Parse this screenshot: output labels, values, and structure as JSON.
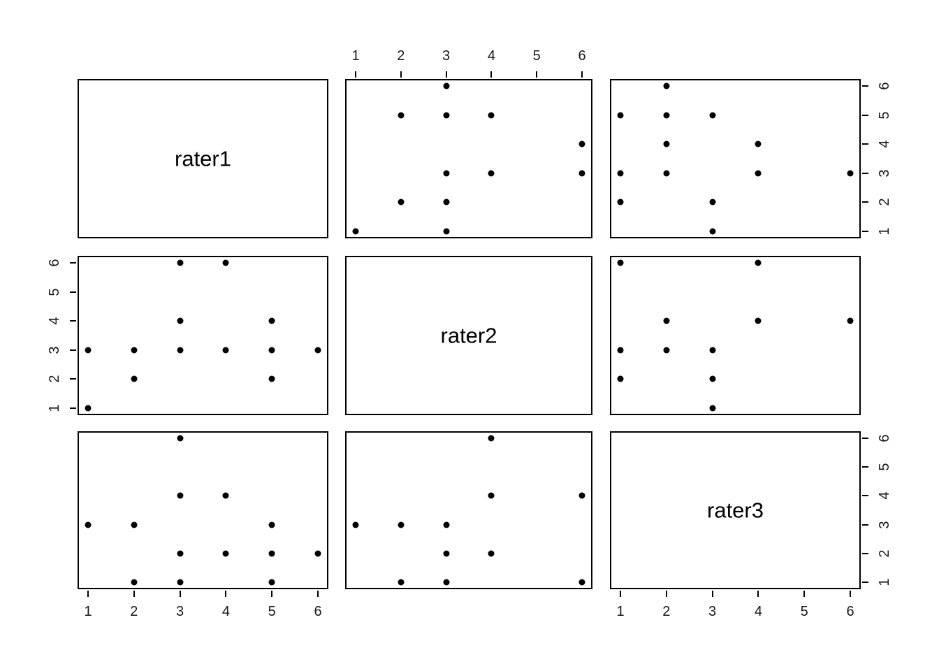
{
  "figure": {
    "type": "scatterplot-matrix",
    "title": "",
    "variables": [
      "rater1",
      "rater2",
      "rater3"
    ],
    "axis_ticks": [
      1,
      2,
      3,
      4,
      5,
      6
    ],
    "axis_range": [
      0.7,
      6.3
    ],
    "point_color": "#000000",
    "panel_border_color": "#000000",
    "tick_label_color": "#1a1a1a",
    "background": "#ffffff"
  },
  "chart_data": {
    "type": "scatter",
    "title": "",
    "variables": [
      "rater1",
      "rater2",
      "rater3"
    ],
    "xlabel": "",
    "ylabel": "",
    "xlim": [
      0.7,
      6.3
    ],
    "ylim": [
      0.7,
      6.3
    ],
    "xticks": [
      1,
      2,
      3,
      4,
      5,
      6
    ],
    "yticks": [
      1,
      2,
      3,
      4,
      5,
      6
    ],
    "grid": false,
    "legend": "none",
    "panels": [
      {
        "row": 1,
        "col": 1,
        "kind": "diagonal",
        "label": "rater1",
        "x_var": "rater1",
        "y_var": "rater1",
        "points": []
      },
      {
        "row": 1,
        "col": 2,
        "kind": "scatter",
        "label": "",
        "x_var": "rater2",
        "y_var": "rater1",
        "points": [
          [
            1,
            1
          ],
          [
            2,
            5
          ],
          [
            2,
            2
          ],
          [
            3,
            6
          ],
          [
            3,
            5
          ],
          [
            3,
            3
          ],
          [
            3,
            2
          ],
          [
            3,
            1
          ],
          [
            4,
            5
          ],
          [
            4,
            3
          ],
          [
            6,
            4
          ],
          [
            6,
            3
          ]
        ]
      },
      {
        "row": 1,
        "col": 3,
        "kind": "scatter",
        "label": "",
        "x_var": "rater3",
        "y_var": "rater1",
        "points": [
          [
            1,
            5
          ],
          [
            1,
            3
          ],
          [
            1,
            2
          ],
          [
            2,
            6
          ],
          [
            2,
            5
          ],
          [
            2,
            4
          ],
          [
            2,
            3
          ],
          [
            3,
            5
          ],
          [
            3,
            2
          ],
          [
            3,
            1
          ],
          [
            4,
            4
          ],
          [
            4,
            3
          ],
          [
            6,
            3
          ]
        ]
      },
      {
        "row": 2,
        "col": 1,
        "kind": "scatter",
        "label": "",
        "x_var": "rater1",
        "y_var": "rater2",
        "points": [
          [
            1,
            3
          ],
          [
            1,
            1
          ],
          [
            2,
            3
          ],
          [
            2,
            2
          ],
          [
            3,
            6
          ],
          [
            3,
            4
          ],
          [
            3,
            3
          ],
          [
            4,
            6
          ],
          [
            4,
            3
          ],
          [
            5,
            4
          ],
          [
            5,
            3
          ],
          [
            5,
            2
          ],
          [
            6,
            3
          ]
        ]
      },
      {
        "row": 2,
        "col": 2,
        "kind": "diagonal",
        "label": "rater2",
        "x_var": "rater2",
        "y_var": "rater2",
        "points": []
      },
      {
        "row": 2,
        "col": 3,
        "kind": "scatter",
        "label": "",
        "x_var": "rater3",
        "y_var": "rater2",
        "points": [
          [
            1,
            6
          ],
          [
            1,
            3
          ],
          [
            1,
            2
          ],
          [
            2,
            4
          ],
          [
            2,
            3
          ],
          [
            3,
            3
          ],
          [
            3,
            2
          ],
          [
            3,
            1
          ],
          [
            4,
            6
          ],
          [
            4,
            4
          ],
          [
            6,
            4
          ]
        ]
      },
      {
        "row": 3,
        "col": 1,
        "kind": "scatter",
        "label": "",
        "x_var": "rater1",
        "y_var": "rater3",
        "points": [
          [
            1,
            3
          ],
          [
            2,
            3
          ],
          [
            2,
            1
          ],
          [
            3,
            6
          ],
          [
            3,
            4
          ],
          [
            3,
            2
          ],
          [
            3,
            1
          ],
          [
            4,
            4
          ],
          [
            4,
            2
          ],
          [
            5,
            3
          ],
          [
            5,
            2
          ],
          [
            5,
            1
          ],
          [
            6,
            2
          ]
        ]
      },
      {
        "row": 3,
        "col": 2,
        "kind": "scatter",
        "label": "",
        "x_var": "rater2",
        "y_var": "rater3",
        "points": [
          [
            1,
            3
          ],
          [
            2,
            3
          ],
          [
            2,
            1
          ],
          [
            3,
            3
          ],
          [
            3,
            2
          ],
          [
            3,
            1
          ],
          [
            4,
            6
          ],
          [
            4,
            4
          ],
          [
            4,
            2
          ],
          [
            6,
            4
          ],
          [
            6,
            1
          ]
        ]
      },
      {
        "row": 3,
        "col": 3,
        "kind": "diagonal",
        "label": "rater3",
        "x_var": "rater3",
        "y_var": "rater3",
        "points": []
      }
    ],
    "axes": [
      {
        "side": "top",
        "row": 1,
        "col": 2,
        "labels": [
          "1",
          "2",
          "3",
          "4",
          "5",
          "6"
        ]
      },
      {
        "side": "right",
        "row": 1,
        "col": 3,
        "labels": [
          "1",
          "2",
          "3",
          "4",
          "5",
          "6"
        ]
      },
      {
        "side": "left",
        "row": 2,
        "col": 1,
        "labels": [
          "1",
          "2",
          "3",
          "4",
          "5",
          "6"
        ]
      },
      {
        "side": "right",
        "row": 3,
        "col": 3,
        "labels": [
          "1",
          "2",
          "3",
          "4",
          "5",
          "6"
        ]
      },
      {
        "side": "bottom",
        "row": 3,
        "col": 1,
        "labels": [
          "1",
          "2",
          "3",
          "4",
          "5",
          "6"
        ]
      },
      {
        "side": "bottom",
        "row": 3,
        "col": 3,
        "labels": [
          "1",
          "2",
          "3",
          "4",
          "5",
          "6"
        ]
      }
    ]
  }
}
